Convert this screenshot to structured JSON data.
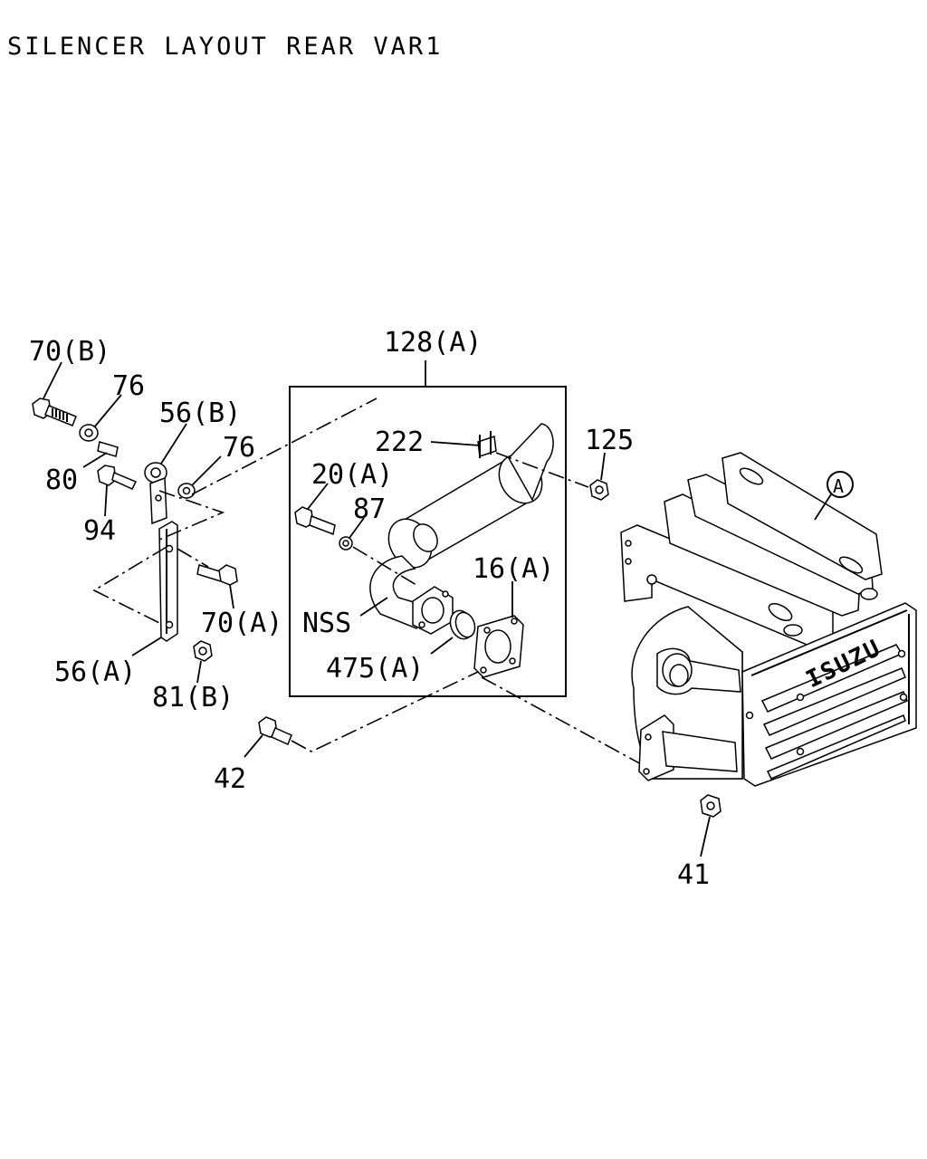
{
  "title": "SILENCER LAYOUT REAR VAR1",
  "brand": "ISUZU",
  "callouts": {
    "c70b": "70(B)",
    "c76a": "76",
    "c56b": "56(B)",
    "c76b": "76",
    "c80": "80",
    "c94": "94",
    "c70a": "70(A)",
    "c56a": "56(A)",
    "c81b": "81(B)",
    "c128a": "128(A)",
    "c222": "222",
    "c125": "125",
    "c20a": "20(A)",
    "c87": "87",
    "c16a": "16(A)",
    "cNSS": "NSS",
    "c475a": "475(A)",
    "c42": "42",
    "c41": "41",
    "cA": "A"
  }
}
